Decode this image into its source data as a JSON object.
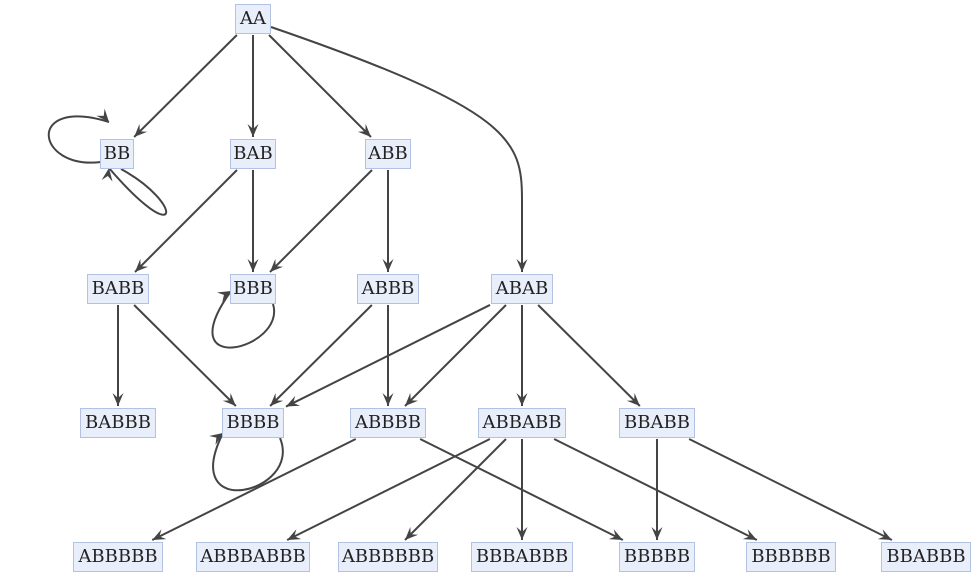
{
  "colors": {
    "edge": "#444444",
    "node_fill": "#e9eefb",
    "node_border": "#b3c1e3",
    "text": "#222222"
  },
  "nodes": [
    {
      "id": "AA",
      "label": "AA"
    },
    {
      "id": "BB",
      "label": "BB"
    },
    {
      "id": "BAB",
      "label": "BAB"
    },
    {
      "id": "ABB",
      "label": "ABB"
    },
    {
      "id": "BABB",
      "label": "BABB"
    },
    {
      "id": "BBB",
      "label": "BBB"
    },
    {
      "id": "ABBB",
      "label": "ABBB"
    },
    {
      "id": "ABAB",
      "label": "ABAB"
    },
    {
      "id": "BABBB",
      "label": "BABBB"
    },
    {
      "id": "BBBB",
      "label": "BBBB"
    },
    {
      "id": "ABBBB",
      "label": "ABBBB"
    },
    {
      "id": "ABBABB",
      "label": "ABBABB"
    },
    {
      "id": "BBABB",
      "label": "BBABB"
    },
    {
      "id": "ABBBBB",
      "label": "ABBBBB"
    },
    {
      "id": "ABBBABBB",
      "label": "ABBBABBB"
    },
    {
      "id": "ABBBBBB",
      "label": "ABBBBBB"
    },
    {
      "id": "BBBABBB",
      "label": "BBBABBB"
    },
    {
      "id": "BBBBB",
      "label": "BBBBB"
    },
    {
      "id": "BBBBBB",
      "label": "BBBBBB"
    },
    {
      "id": "BBABBB",
      "label": "BBABBB"
    }
  ],
  "edges": [
    {
      "from": "AA",
      "to": "BB"
    },
    {
      "from": "AA",
      "to": "BAB"
    },
    {
      "from": "AA",
      "to": "ABB"
    },
    {
      "from": "AA",
      "to": "ABAB"
    },
    {
      "from": "BB",
      "to": "BB"
    },
    {
      "from": "BB",
      "to": "BB"
    },
    {
      "from": "BAB",
      "to": "BABB"
    },
    {
      "from": "BAB",
      "to": "BBB"
    },
    {
      "from": "ABB",
      "to": "BBB"
    },
    {
      "from": "ABB",
      "to": "ABBB"
    },
    {
      "from": "BBB",
      "to": "BBB"
    },
    {
      "from": "BABB",
      "to": "BABBB"
    },
    {
      "from": "BABB",
      "to": "BBBB"
    },
    {
      "from": "ABBB",
      "to": "BBBB"
    },
    {
      "from": "ABBB",
      "to": "ABBBB"
    },
    {
      "from": "ABAB",
      "to": "BBBB"
    },
    {
      "from": "ABAB",
      "to": "ABBBB"
    },
    {
      "from": "ABAB",
      "to": "ABBABB"
    },
    {
      "from": "ABAB",
      "to": "BBABB"
    },
    {
      "from": "BBBB",
      "to": "BBBB"
    },
    {
      "from": "ABBBB",
      "to": "ABBBBB"
    },
    {
      "from": "ABBBB",
      "to": "BBBBB"
    },
    {
      "from": "ABBABB",
      "to": "ABBBABBB"
    },
    {
      "from": "ABBABB",
      "to": "ABBBBBB"
    },
    {
      "from": "ABBABB",
      "to": "BBBABBB"
    },
    {
      "from": "ABBABB",
      "to": "BBBBBB"
    },
    {
      "from": "BBABB",
      "to": "BBBBB"
    },
    {
      "from": "BBABB",
      "to": "BBABBB"
    }
  ]
}
